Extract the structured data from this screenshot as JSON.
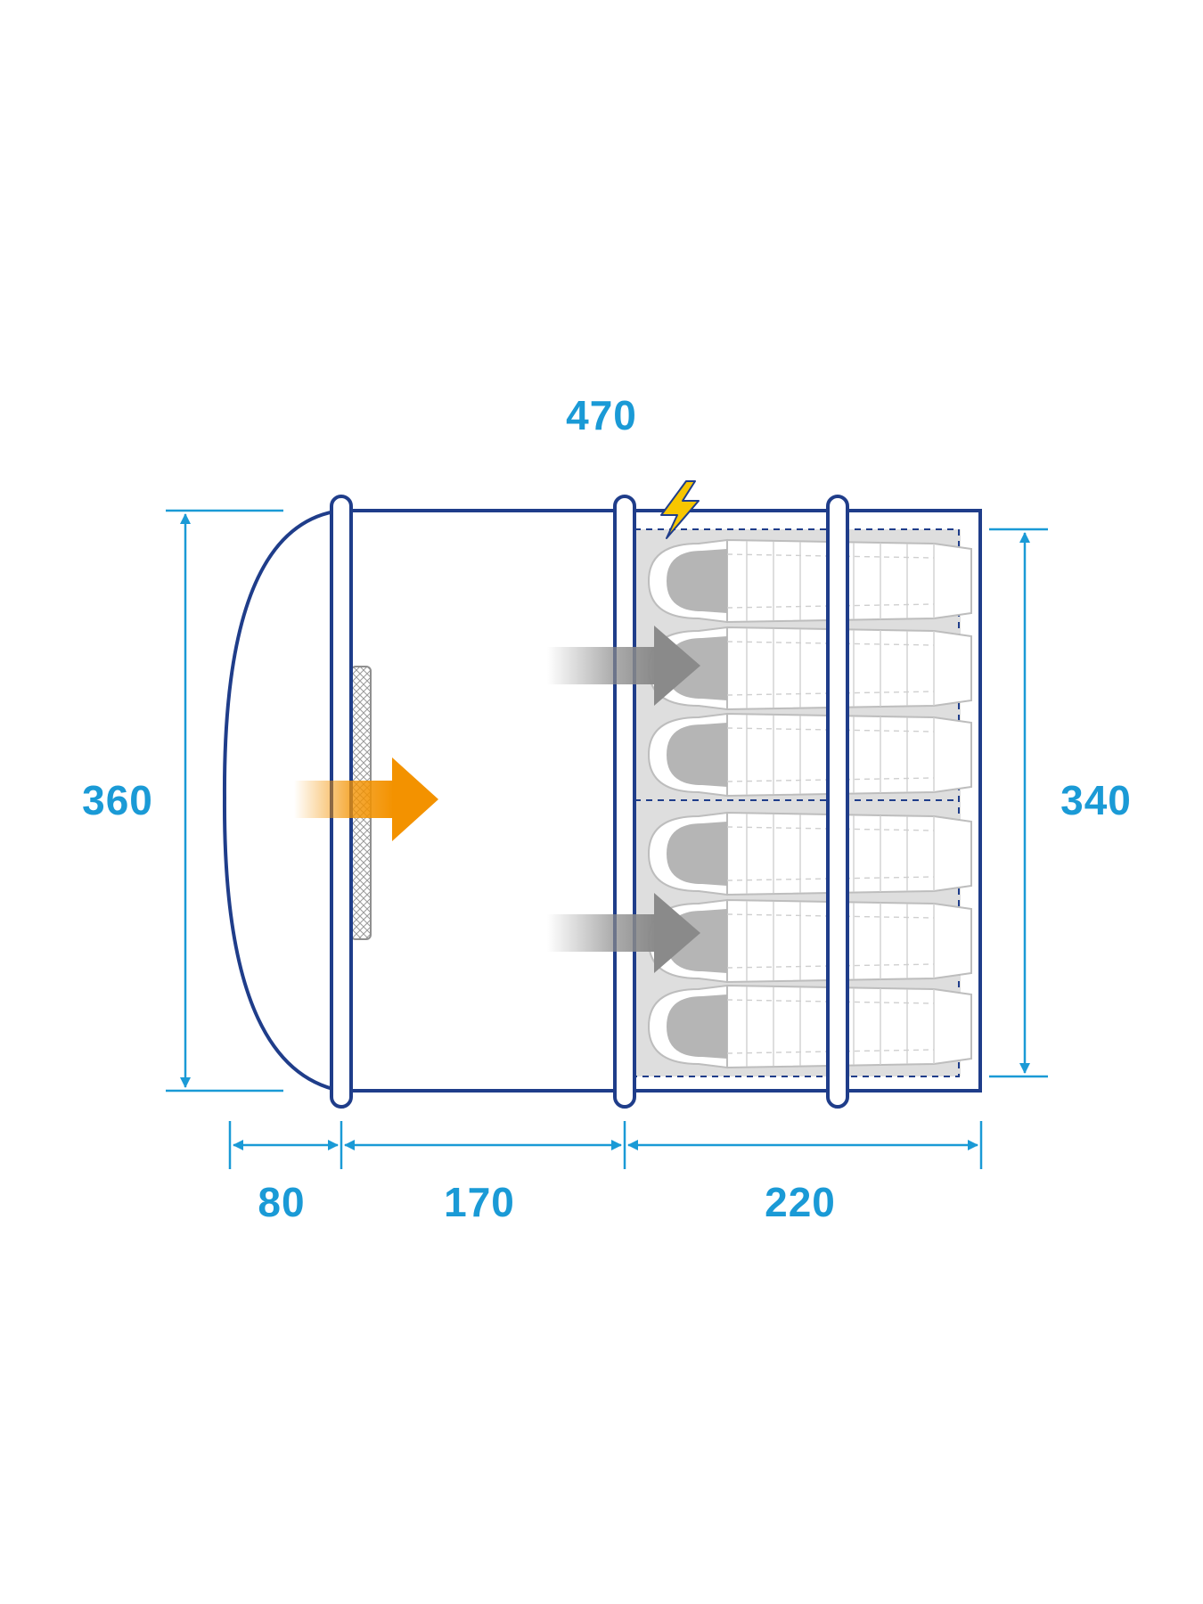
{
  "dimensions": {
    "overall_length": "470",
    "overall_width": "360",
    "bedroom_width": "340",
    "porch_depth": "80",
    "living_length": "170",
    "bedroom_length": "220"
  },
  "icons": {
    "power": "lightning-icon",
    "main_entrance": "orange-entrance-arrow",
    "side_entrance": "gray-entrance-arrow",
    "window": "mesh-window",
    "sleeping": "sleeping-bag"
  },
  "colors": {
    "dimension": "#1a9ad6",
    "outline": "#1f3d8a",
    "entrance_main": "#f39200",
    "entrance_side": "#8a8a8a",
    "bedroom_floor": "#d9d9d9",
    "power": "#f7c600"
  },
  "layout": {
    "sleeping_bags": 6,
    "bedrooms": 2
  }
}
